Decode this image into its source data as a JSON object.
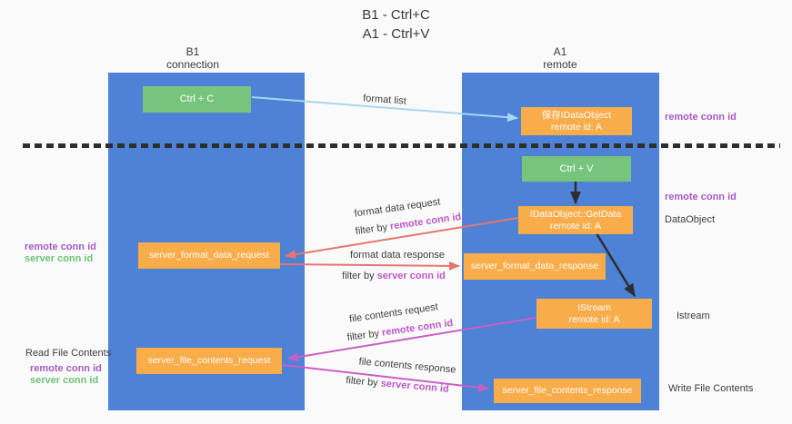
{
  "title": {
    "line1": "B1 - Ctrl+C",
    "line2": "A1 - Ctrl+V"
  },
  "lanes": {
    "left": {
      "name": "B1",
      "subtitle": "connection"
    },
    "right": {
      "name": "A1",
      "subtitle": "remote"
    }
  },
  "nodes": {
    "ctrl_c": {
      "label": "Ctrl + C"
    },
    "ctrl_v": {
      "label": "Ctrl + V"
    },
    "save_dataobject": {
      "line1": "保存IDataObject",
      "line2": "remote id: A"
    },
    "getdata": {
      "line1": "IDataObject::GetData",
      "line2": "remote id: A"
    },
    "istream": {
      "line1": "IStream",
      "line2": "remote id: A"
    },
    "server_format_data_request": {
      "label": "server_format_data_request"
    },
    "server_format_data_response": {
      "label": "server_format_data_response"
    },
    "server_file_contents_request": {
      "label": "server_file_contents_request"
    },
    "server_file_contents_response": {
      "label": "server_file_contents_response"
    }
  },
  "edge_labels": {
    "format_list": "format list",
    "format_data_request": "format data request",
    "format_data_request_filter": {
      "prefix": "filter by ",
      "id": "remote conn id"
    },
    "format_data_response": "format data response",
    "format_data_response_filter": {
      "prefix": "filter by ",
      "id": "server conn id"
    },
    "file_contents_request": "file contents request",
    "file_contents_request_filter": {
      "prefix": "filter by ",
      "id": "remote conn id"
    },
    "file_contents_response": "file contents response",
    "file_contents_response_filter": {
      "prefix": "filter by ",
      "id": "server conn id"
    }
  },
  "side_labels": {
    "right_top_conn": "remote conn id",
    "right_mid_conn": "remote conn id",
    "dataobject": "DataObject",
    "istream": "Istream",
    "write_file": "Write File Contents",
    "left_mid_remote": "remote conn id",
    "left_mid_server": "server conn id",
    "read_file": "Read File Contents",
    "left_bottom_remote": "remote conn id",
    "left_bottom_server": "server conn id"
  },
  "colors": {
    "lane_blue": "#4d82d6",
    "box_orange": "#f8ac4a",
    "box_green": "#77c57c",
    "arrow_salmon": "#e5766d",
    "arrow_magenta": "#c95fc6",
    "arrow_lightblue": "#a9d5f0",
    "arrow_black": "#2e2e2e",
    "text_purple": "#a55bc5",
    "text_green": "#6dc277",
    "filter_highlight": "#bc57ca"
  }
}
